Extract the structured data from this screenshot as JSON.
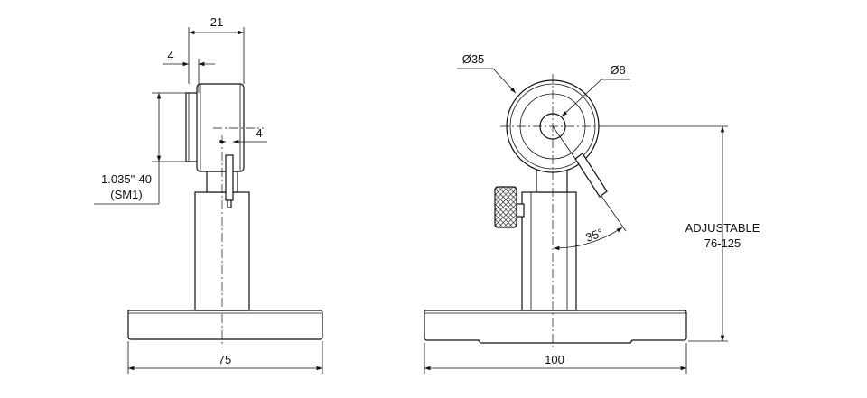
{
  "side_view": {
    "width_label": "21",
    "flange_label": "4",
    "pin_offset_label": "4",
    "thread_label_line1": "1.035\"-40",
    "thread_label_line2": "(SM1)",
    "base_length_label": "75"
  },
  "front_view": {
    "outer_diameter_label": "Ø35",
    "bore_diameter_label": "Ø8",
    "angle_label": "35°",
    "height_label_line1": "ADJUSTABLE",
    "height_label_line2": "76-125",
    "base_length_label": "100"
  }
}
